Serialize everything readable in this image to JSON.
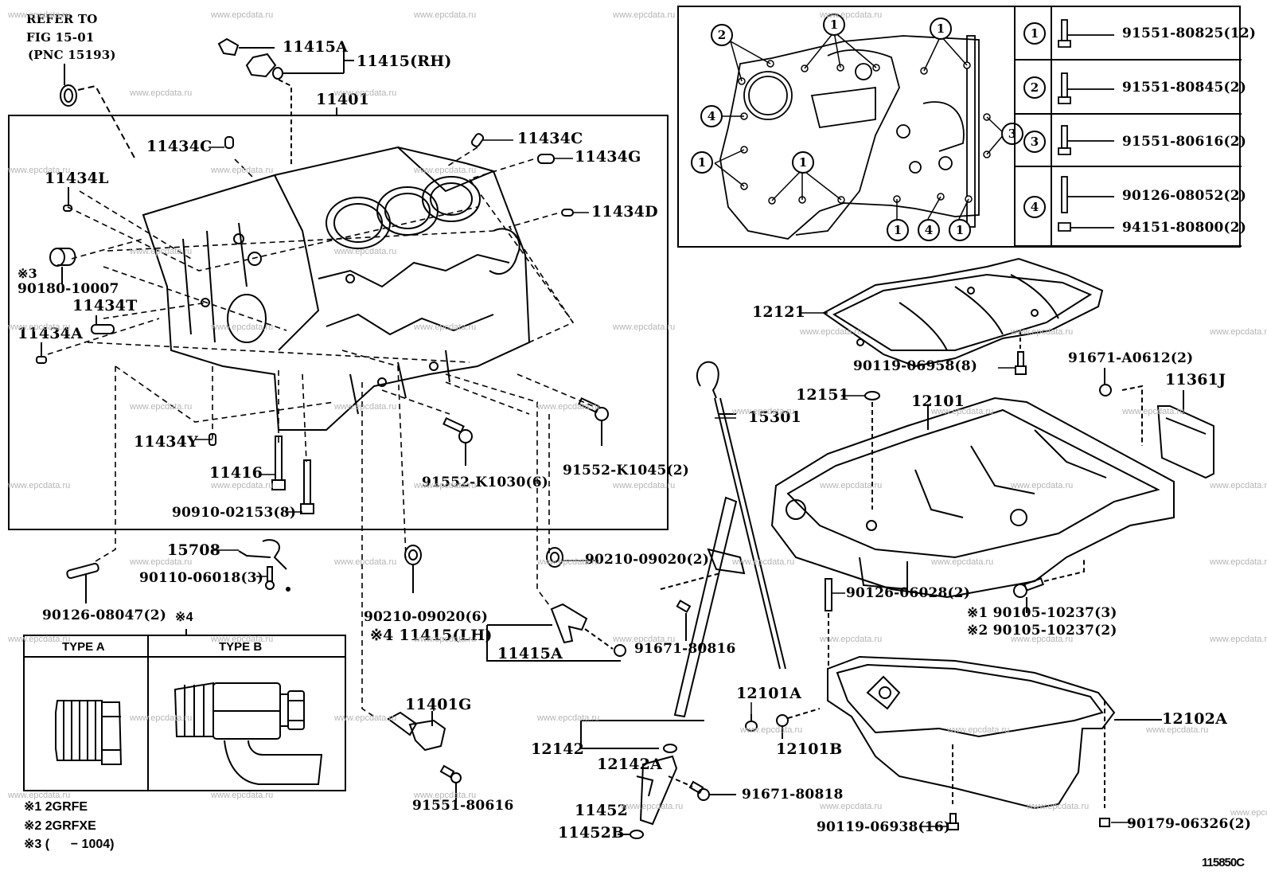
{
  "figure_id": "115850C",
  "refer_note": [
    "REFER TO",
    "FIG 15-01",
    "(PNC 15193)"
  ],
  "frames": {
    "block_frame_label": "11401"
  },
  "labels": {
    "p11415A_top": "11415A",
    "p11415_rh": "11415(RH)",
    "p11401": "11401",
    "p11434C_left": "11434C",
    "p11434C_right": "11434C",
    "p11434G": "11434G",
    "p11434L": "11434L",
    "p11434D": "11434D",
    "note3_mark": "※3",
    "p90180": "90180-10007",
    "p11434T": "11434T",
    "p11434A": "11434A",
    "p11434Y": "11434Y",
    "p11416": "11416",
    "p90910": "90910-02153(8)",
    "p91552_k1030": "91552-K1030(6)",
    "p91552_k1045": "91552-K1045(2)",
    "p15708": "15708",
    "p90110": "90110-06018(3)",
    "p90126_08047": "90126-08047(2)",
    "p90210_6": "90210-09020(6)",
    "p90210_2": "90210-09020(2)",
    "p11415_lh": "※4 11415(LH)",
    "p11415A_bottom": "11415A",
    "p91671_80816": "91671-80816",
    "p11401G": "11401G",
    "p91551_80616_bottom": "91551-80616",
    "p12142": "12142",
    "p12142A": "12142A",
    "p11452": "11452",
    "p11452B": "11452B",
    "p91671_80818": "91671-80818",
    "p12121": "12121",
    "p90119_06958": "90119-06958(8)",
    "p91671_A0612": "91671-A0612(2)",
    "p11361J": "11361J",
    "p12151": "12151",
    "p12101": "12101",
    "p15301": "15301",
    "p90126_06028": "90126-06028(2)",
    "p90105_1": "※1 90105-10237(3)",
    "p90105_2": "※2 90105-10237(2)",
    "p12101A": "12101A",
    "p12101B": "12101B",
    "p12102A": "12102A",
    "p90119_06938": "90119-06938(16)",
    "p90179": "90179-06326(2)",
    "note4_mark": "※4"
  },
  "bolt_legend": [
    {
      "num": "1",
      "parts": [
        "91551-80825(12)"
      ]
    },
    {
      "num": "2",
      "parts": [
        "91551-80845(2)"
      ]
    },
    {
      "num": "3",
      "parts": [
        "91551-80616(2)"
      ]
    },
    {
      "num": "4",
      "parts": [
        "90126-08052(2)",
        "94151-80800(2)"
      ]
    }
  ],
  "inset_callouts": [
    "2",
    "1",
    "1",
    "4",
    "1",
    "1",
    "3",
    "1",
    "4",
    "1"
  ],
  "type_box": {
    "type_a": "TYPE A",
    "type_b": "TYPE B"
  },
  "notes": [
    "※1 2GRFE",
    "※2 2GRFXE",
    "※3 (      − 1004)"
  ],
  "watermark": "www.epcdata.ru"
}
